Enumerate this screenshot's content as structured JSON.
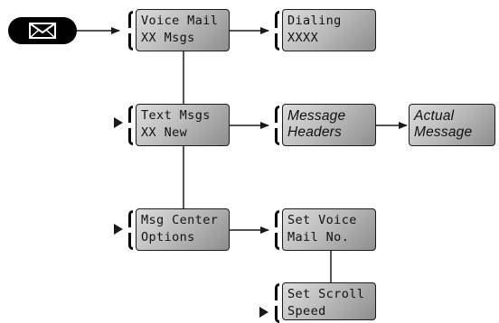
{
  "colors": {
    "line": "#1a1a1a",
    "screen_light": "#dcdcdc",
    "screen_dark": "#8e8e8e",
    "pill": "#000000"
  },
  "icons": [
    "envelope-icon"
  ],
  "screens": {
    "voice_mail": {
      "line1": "Voice Mail",
      "line2": "XX Msgs"
    },
    "dialing": {
      "line1": "Dialing",
      "line2": "XXXX"
    },
    "text_msgs": {
      "line1": "Text Msgs",
      "line2": "XX New"
    },
    "message_headers": {
      "line1": "Message",
      "line2": "Headers"
    },
    "actual_message": {
      "line1": "Actual",
      "line2": "Message"
    },
    "msg_center": {
      "line1": "Msg Center",
      "line2": "Options"
    },
    "set_voice": {
      "line1": "Set Voice",
      "line2": "Mail No."
    },
    "set_scroll": {
      "line1": "Set Scroll",
      "line2": "Speed"
    }
  }
}
